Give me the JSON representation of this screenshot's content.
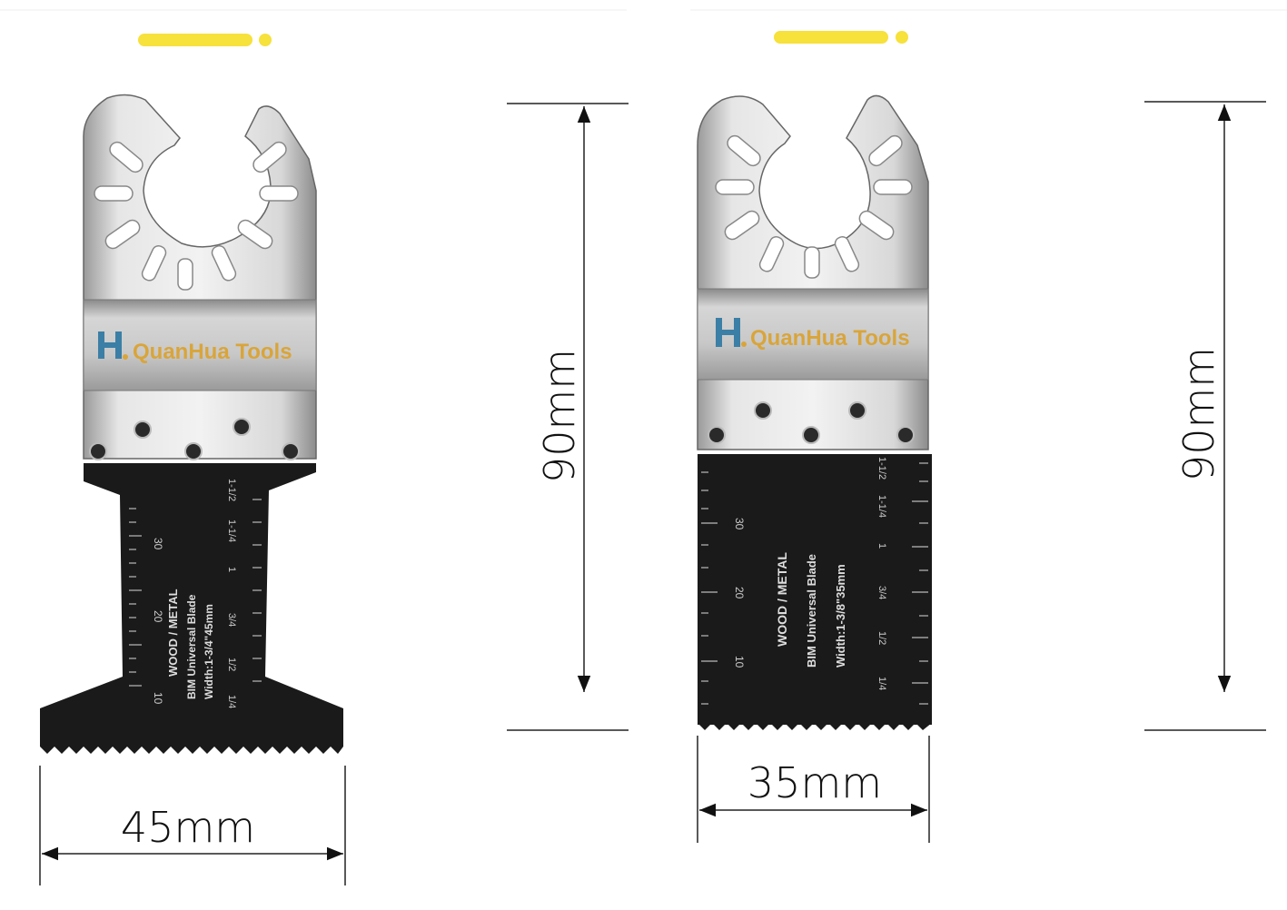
{
  "colors": {
    "accent_yellow": "#f7e13b",
    "logo_text": "#d9a53a",
    "logo_mark": "#3b7fa6",
    "steel": "#d9d9d9",
    "blade_black": "#1a1a1a",
    "dimension_line": "#222222"
  },
  "blades": [
    {
      "brand": "QuanHua Tools",
      "material": "WOOD / METAL",
      "model": "BIM Universal Blade",
      "width_label": "Width:1-3/4\"45mm",
      "ruler_metric": [
        "10",
        "20",
        "30"
      ],
      "ruler_imperial": [
        "1/4",
        "1/2",
        "3/4",
        "1",
        "1-1/4",
        "1-1/2"
      ],
      "width_dimension": "45mm",
      "height_dimension": "90mm"
    },
    {
      "brand": "QuanHua Tools",
      "material": "WOOD / METAL",
      "model": "BIM Universal Blade",
      "width_label": "Width:1-3/8\"35mm",
      "ruler_metric": [
        "10",
        "20",
        "30"
      ],
      "ruler_imperial": [
        "1/4",
        "1/2",
        "3/4",
        "1",
        "1-1/4",
        "1-1/2"
      ],
      "width_dimension": "35mm",
      "height_dimension": "90mm"
    }
  ]
}
